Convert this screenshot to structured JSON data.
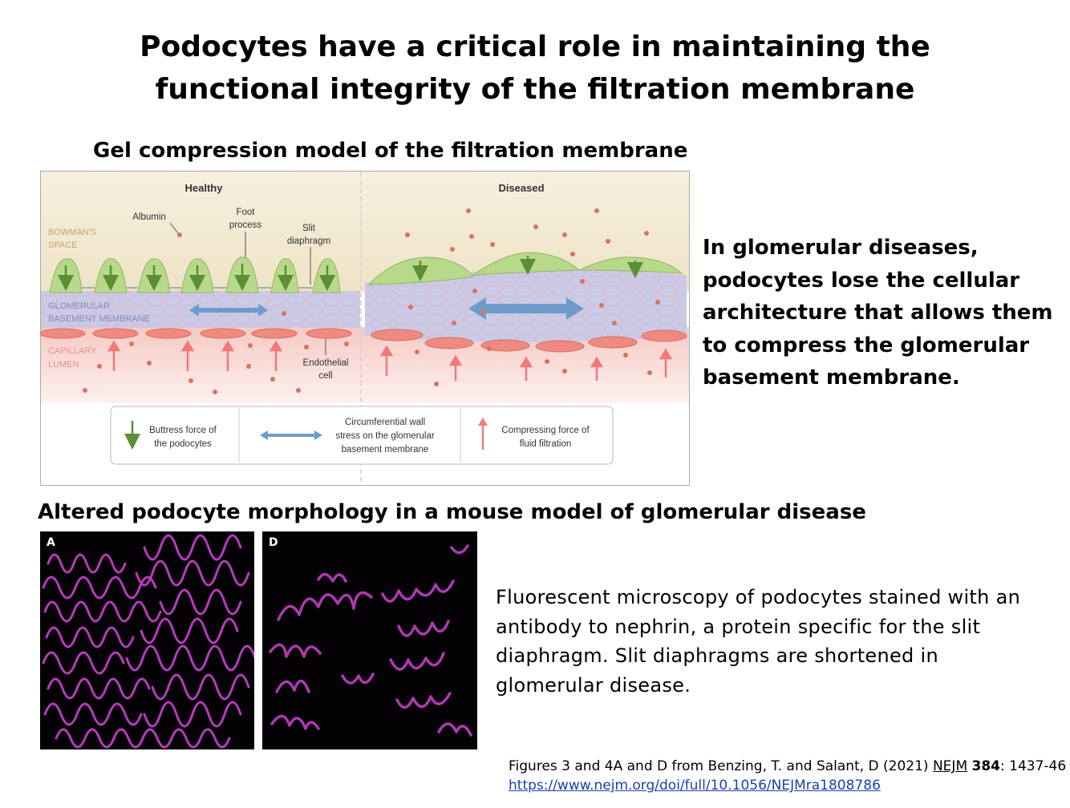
{
  "title": {
    "line1": "Podocytes have a critical role in maintaining the",
    "line2": "functional integrity of the filtration membrane"
  },
  "gel_section": {
    "heading": "Gel compression model of the filtration membrane",
    "diagram": {
      "healthy_label": "Healthy",
      "diseased_label": "Diseased",
      "bowmans_space": [
        "BOWMAN'S",
        "SPACE"
      ],
      "gbm": [
        "GLOMERULAR",
        "BASEMENT MEMBRANE"
      ],
      "capillary_lumen": [
        "CAPILLARY",
        "LUMEN"
      ],
      "albumin": "Albumin",
      "foot_process": [
        "Foot",
        "process"
      ],
      "slit_diaphragm": [
        "Slit",
        "diaphragm"
      ],
      "endothelial_cell": [
        "Endothelial",
        "cell"
      ],
      "legend": {
        "buttress": [
          "Buttress force of",
          "the podocytes"
        ],
        "circumferential": [
          "Circumferential wall",
          "stress on the glomerular",
          "basement membrane"
        ],
        "compressing": [
          "Compressing force of",
          "fluid filtration"
        ]
      },
      "colors": {
        "bowman_bg": "#f3ead6",
        "gbm": "#c8cbe6",
        "lumen": "#f8d4cf",
        "podocyte": "#b9d88a",
        "endothelial": "#ee8a80",
        "albumin": "#d8735f",
        "down_arrow": "#5b8f35",
        "up_arrow": "#ef7a78",
        "double_arrow": "#5b8fc2"
      }
    }
  },
  "side_text": [
    "In glomerular diseases,",
    "podocytes lose the cellular",
    "architecture that allows them",
    "to compress the glomerular",
    "basement membrane."
  ],
  "morphology_section": {
    "heading": "Altered podocyte morphology in a mouse model of glomerular disease",
    "panel_a_label": "A",
    "panel_d_label": "D",
    "stain_color": "#c340c8"
  },
  "caption": [
    "Fluorescent microscopy of podocytes stained with an",
    "antibody to nephrin, a protein specific for the slit",
    "diaphragm.  Slit diaphragms are shortened in",
    "glomerular disease."
  ],
  "citation": {
    "prefix": "Figures 3 and 4A and D from Benzing, T. and Salant, D (2021) ",
    "journal": "NEJM",
    "volume": "384",
    "pages": ":  1437-46",
    "url": "https://www.nejm.org/doi/full/10.1056/NEJMra1808786"
  }
}
